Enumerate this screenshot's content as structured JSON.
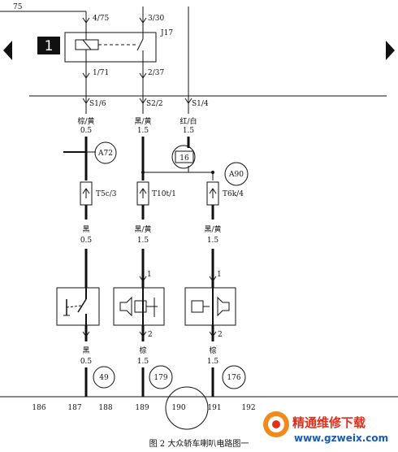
{
  "diagram": {
    "top_wire_label": "75",
    "relay": {
      "number": "1",
      "name": "J17",
      "pin_in_left": "4/75",
      "pin_in_right": "3/30",
      "pin_out_left": "1/71",
      "pin_out_right": "2/37"
    },
    "bus_labels": [
      "S1/6",
      "S2/2",
      "S1/4"
    ],
    "wire_top": [
      {
        "color": "棕/黄",
        "size": "0.5"
      },
      {
        "color": "黑/黄",
        "size": "1.5"
      },
      {
        "color": "红/白",
        "size": "1.5"
      }
    ],
    "markers": {
      "a72": "A72",
      "m16": "16",
      "a90": "A90"
    },
    "connectors": [
      "T5c/3",
      "T10t/1",
      "T6k/4"
    ],
    "wire_mid": [
      {
        "color": "黑",
        "size": "0.5"
      },
      {
        "color": "黑/黄",
        "size": "1.5"
      },
      {
        "color": "黑/黄",
        "size": "1.5"
      }
    ],
    "pins_top": [
      "1",
      "1"
    ],
    "pins_bottom": [
      "2",
      "2"
    ],
    "wire_bot": [
      {
        "color": "黑",
        "size": "0.5"
      },
      {
        "color": "棕",
        "size": "1.5"
      },
      {
        "color": "棕",
        "size": "1.5"
      }
    ],
    "ground_points": [
      "49",
      "179",
      "176"
    ],
    "ruler": [
      "186",
      "187",
      "188",
      "189",
      "190",
      "191",
      "192"
    ],
    "caption": "图 2    大众轿车喇叭电路图一"
  },
  "watermark": {
    "title": "精通维修下载",
    "url": "www.gzweix.com"
  },
  "colors": {
    "line": "#111111",
    "watermark_red": "#e0301e",
    "watermark_blue": "#1a5ab8",
    "logo_orange": "#f08a1c"
  }
}
